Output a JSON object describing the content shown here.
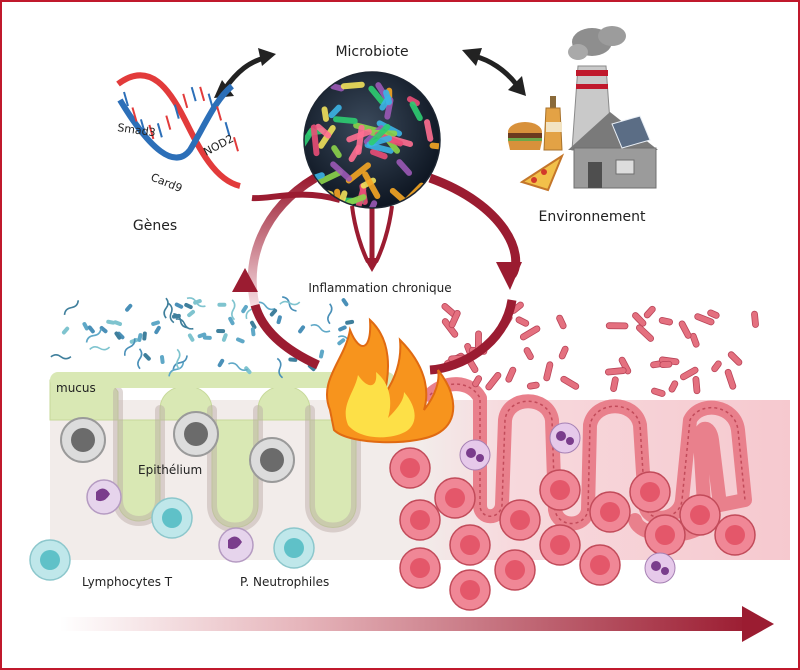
{
  "labels": {
    "microbiote": "Microbiote",
    "genes": "Gènes",
    "environment": "Environnement",
    "inflammation": "Inflammation chronique",
    "mucus": "mucus",
    "epithelium": "Epithélium",
    "lymphocytes": "Lymphocytes T",
    "neutrophils": "P. Neutrophiles"
  },
  "gene_names": {
    "smad3": "Smad3",
    "nod2": "NOD2",
    "card9": "Card9"
  },
  "colors": {
    "cycle_arrow": "#9b1c31",
    "border": "#c0192c",
    "healthy_epithelium": "#d9e8b4",
    "inflamed_tissue": "#e9808c",
    "flame_orange": "#f7941d",
    "flame_yellow": "#fde047"
  },
  "icons": {
    "dna": "dna-helix-icon",
    "bacteria": "bacteria-sphere-icon",
    "factory": "factory-icon",
    "house": "house-icon",
    "food": "junk-food-icon",
    "fire": "fire-icon"
  }
}
